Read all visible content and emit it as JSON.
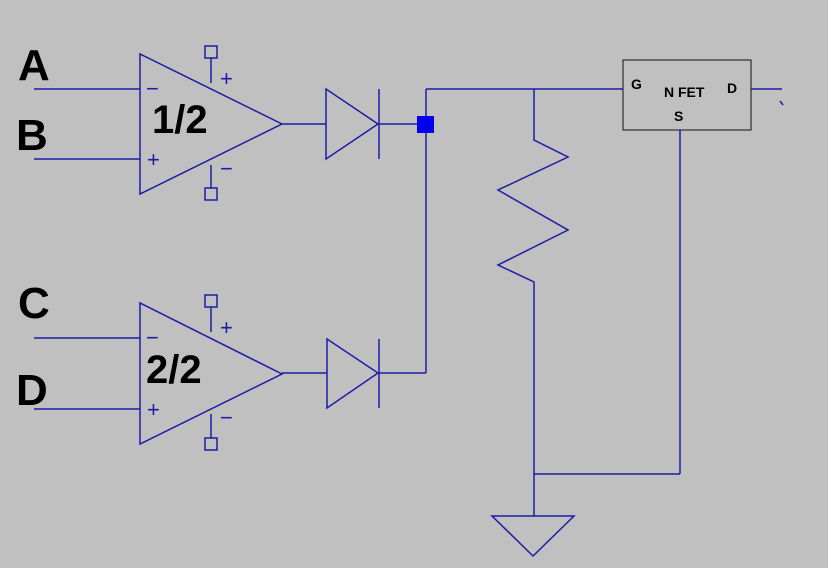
{
  "colors": {
    "background": "#c0c0c0",
    "wire": "#1c1ca8",
    "junction": "#0000ee",
    "label": "#000000"
  },
  "inputs": {
    "a": "A",
    "b": "B",
    "c": "C",
    "d": "D"
  },
  "opamps": [
    {
      "label": "1/2",
      "inv_sign": "−",
      "noninv_sign": "+",
      "vplus_sign": "+",
      "vminus_sign": "−"
    },
    {
      "label": "2/2",
      "inv_sign": "−",
      "noninv_sign": "+",
      "vplus_sign": "+",
      "vminus_sign": "−"
    }
  ],
  "fet": {
    "name": "N FET",
    "gate": "G",
    "drain": "D",
    "source": "S"
  }
}
